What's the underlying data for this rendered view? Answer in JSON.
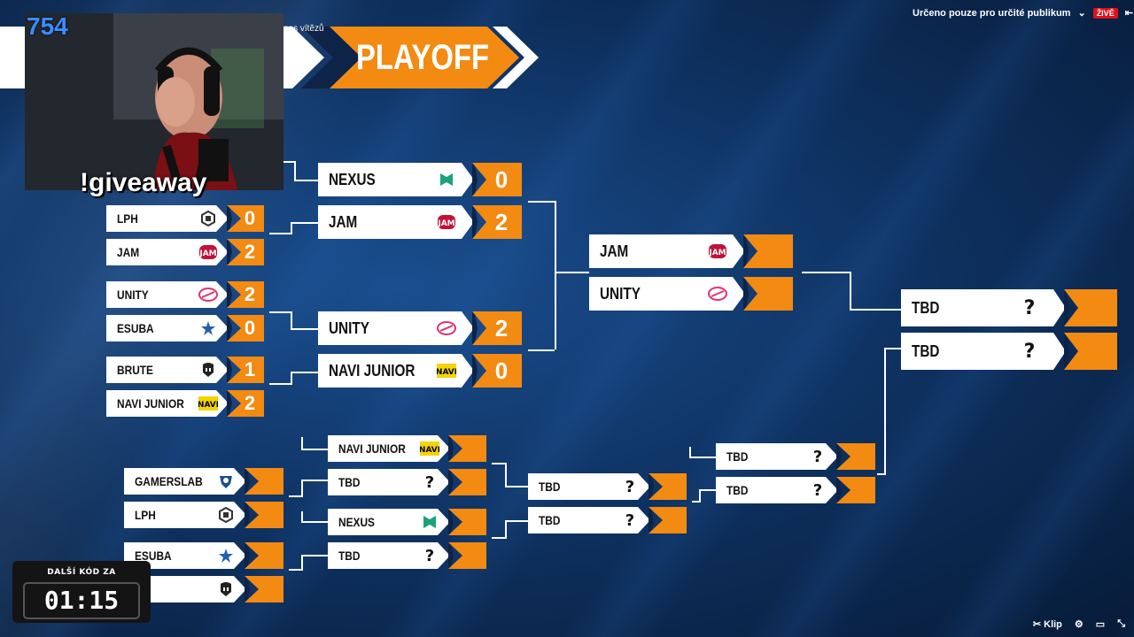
{
  "stream": {
    "viewer_count": "754",
    "giveaway_text": "!giveaway",
    "header_fragment": "pas vítězů",
    "audience_label": "Určeno pouze pro určité publikum",
    "live_label": "ŽIVĚ",
    "countdown_label": "DALŠÍ KÓD ZA",
    "countdown_value": "01:15",
    "clip_label": "Klip"
  },
  "bracket": {
    "title": "PLAYOFF",
    "round1_upper": [
      {
        "team": "LPH",
        "score": "0",
        "logo": "lph-logo"
      },
      {
        "team": "JAM",
        "score": "2",
        "logo": "jam-logo"
      },
      {
        "team": "UNITY",
        "score": "2",
        "logo": "unity-logo"
      },
      {
        "team": "ESUBA",
        "score": "0",
        "logo": "esuba-logo"
      },
      {
        "team": "BRUTE",
        "score": "1",
        "logo": "brute-logo"
      },
      {
        "team": "NAVI JUNIOR",
        "score": "2",
        "logo": "navi-logo"
      }
    ],
    "quarterfinals": [
      {
        "team": "NEXUS",
        "score": "0",
        "logo": "nexus-logo"
      },
      {
        "team": "JAM",
        "score": "2",
        "logo": "jam-logo"
      },
      {
        "team": "UNITY",
        "score": "2",
        "logo": "unity-logo"
      },
      {
        "team": "NAVI JUNIOR",
        "score": "0",
        "logo": "navi-logo"
      }
    ],
    "upper_final": [
      {
        "team": "JAM",
        "score": "",
        "logo": "jam-logo"
      },
      {
        "team": "UNITY",
        "score": "",
        "logo": "unity-logo"
      }
    ],
    "grand_final": [
      {
        "team": "TBD",
        "mark": "?"
      },
      {
        "team": "TBD",
        "mark": "?"
      }
    ],
    "lower_round1": [
      {
        "team": "GAMERSLAB",
        "score": "",
        "logo": "gamerslab-logo"
      },
      {
        "team": "LPH",
        "score": "",
        "logo": "lph-logo"
      },
      {
        "team": "ESUBA",
        "score": "",
        "logo": "esuba-logo"
      },
      {
        "team": "TE",
        "score": "",
        "logo": "brute-logo"
      }
    ],
    "lower_round2": [
      {
        "team": "NAVI JUNIOR",
        "logo": "navi-logo"
      },
      {
        "team": "TBD",
        "mark": "?"
      },
      {
        "team": "NEXUS",
        "logo": "nexus-logo"
      },
      {
        "team": "TBD",
        "mark": "?"
      }
    ],
    "lower_round3": [
      {
        "team": "TBD",
        "mark": "?"
      },
      {
        "team": "TBD",
        "mark": "?"
      }
    ],
    "lower_final": [
      {
        "team": "TBD",
        "mark": "?"
      },
      {
        "team": "TBD",
        "mark": "?"
      }
    ]
  },
  "colors": {
    "accent": "#f38a12",
    "navy": "#0d2347",
    "card": "#ffffff"
  }
}
